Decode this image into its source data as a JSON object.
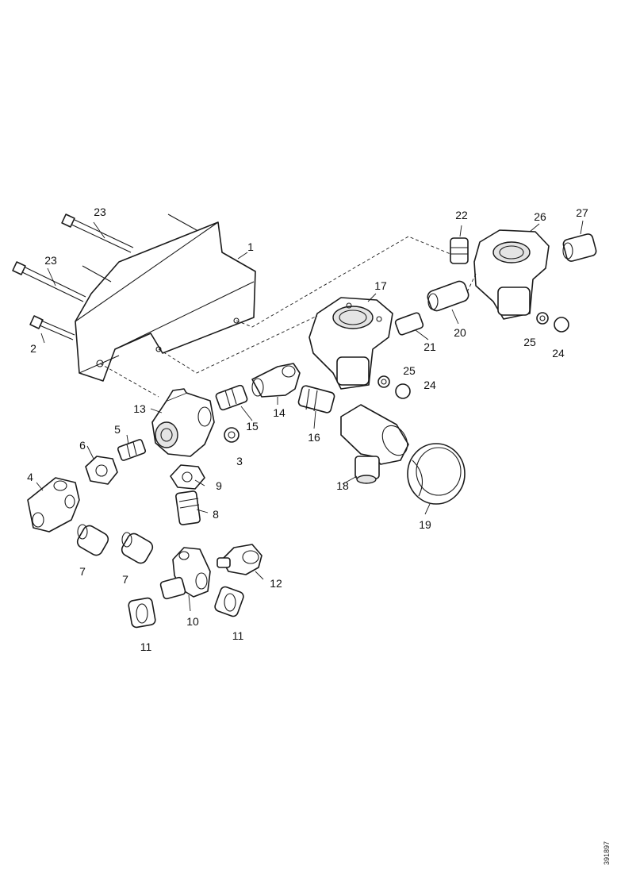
{
  "callouts": {
    "c1": "1",
    "c2": "2",
    "c3": "3",
    "c4": "4",
    "c5": "5",
    "c6": "6",
    "c7a": "7",
    "c7b": "7",
    "c8": "8",
    "c9": "9",
    "c10": "10",
    "c11a": "11",
    "c11b": "11",
    "c12": "12",
    "c13": "13",
    "c14": "14",
    "c15": "15",
    "c16": "16",
    "c17": "17",
    "c18": "18",
    "c19": "19",
    "c20": "20",
    "c21": "21",
    "c22": "22",
    "c23a": "23",
    "c23b": "23",
    "c24a": "24",
    "c24b": "24",
    "c25a": "25",
    "c25b": "25",
    "c26": "26",
    "c27": "27"
  },
  "reference_code": "391897"
}
